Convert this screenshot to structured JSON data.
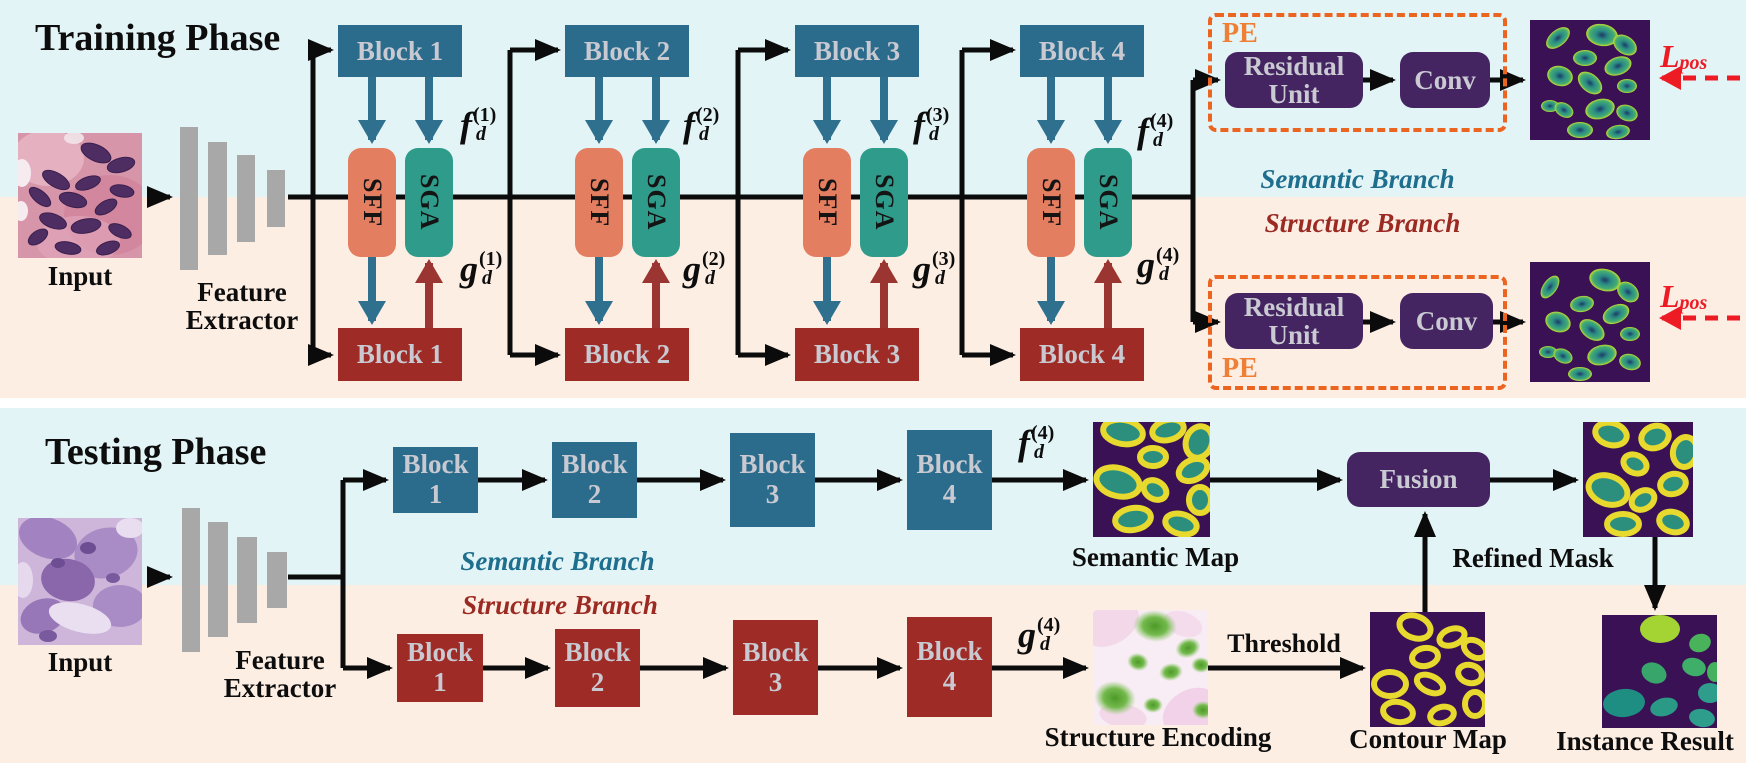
{
  "training": {
    "title": "Training Phase",
    "input_label": "Input",
    "feature_extractor_label": "Feature Extractor",
    "semantic_branch_label": "Semantic Branch",
    "structure_branch_label": "Structure Branch",
    "units": [
      {
        "top_block": "Block 1",
        "bottom_block": "Block 1",
        "sff": "SFF",
        "sga": "SGA",
        "f": {
          "base": "f",
          "sub": "d",
          "sup": "(1)"
        },
        "g": {
          "base": "g",
          "sub": "d",
          "sup": "(1)"
        }
      },
      {
        "top_block": "Block 2",
        "bottom_block": "Block 2",
        "sff": "SFF",
        "sga": "SGA",
        "f": {
          "base": "f",
          "sub": "d",
          "sup": "(2)"
        },
        "g": {
          "base": "g",
          "sub": "d",
          "sup": "(2)"
        }
      },
      {
        "top_block": "Block 3",
        "bottom_block": "Block 3",
        "sff": "SFF",
        "sga": "SGA",
        "f": {
          "base": "f",
          "sub": "d",
          "sup": "(3)"
        },
        "g": {
          "base": "g",
          "sub": "d",
          "sup": "(3)"
        }
      },
      {
        "top_block": "Block 4",
        "bottom_block": "Block 4",
        "sff": "SFF",
        "sga": "SGA",
        "f": {
          "base": "f",
          "sub": "d",
          "sup": "(4)"
        },
        "g": {
          "base": "g",
          "sub": "d",
          "sup": "(4)"
        }
      }
    ],
    "pe_top": {
      "label": "PE",
      "residual_unit": "Residual Unit",
      "conv": "Conv",
      "loss": {
        "base": "L",
        "sub": "pos"
      }
    },
    "pe_bottom": {
      "label": "PE",
      "residual_unit": "Residual Unit",
      "conv": "Conv",
      "loss": {
        "base": "L",
        "sub": "pos"
      }
    }
  },
  "testing": {
    "title": "Testing Phase",
    "input_label": "Input",
    "feature_extractor_label": "Feature Extractor",
    "semantic_branch_label": "Semantic Branch",
    "structure_branch_label": "Structure Branch",
    "semantic_blocks": [
      {
        "line1": "Block",
        "line2": "1"
      },
      {
        "line1": "Block",
        "line2": "2"
      },
      {
        "line1": "Block",
        "line2": "3"
      },
      {
        "line1": "Block",
        "line2": "4"
      }
    ],
    "structure_blocks": [
      {
        "line1": "Block",
        "line2": "1"
      },
      {
        "line1": "Block",
        "line2": "2"
      },
      {
        "line1": "Block",
        "line2": "3"
      },
      {
        "line1": "Block",
        "line2": "4"
      }
    ],
    "f4": {
      "base": "f",
      "sub": "d",
      "sup": "(4)"
    },
    "g4": {
      "base": "g",
      "sub": "d",
      "sup": "(4)"
    },
    "semantic_map_label": "Semantic Map",
    "structure_encoding_label": "Structure Encoding",
    "threshold_label": "Threshold",
    "fusion_label": "Fusion",
    "refined_mask_label": "Refined Mask",
    "contour_map_label": "Contour Map",
    "instance_result_label": "Instance Result"
  },
  "colors": {
    "semantic_bg": "#e3f4f7",
    "structure_bg": "#fdeee4",
    "semantic_block": "#2b6c8d",
    "structure_block": "#9e2b26",
    "sff": "#e37e60",
    "sga": "#2f9c8b",
    "purple_box": "#452462",
    "pe_border": "#eb6420",
    "pe_text": "#ef7f35",
    "loss_red": "#ec1b24",
    "semantic_text": "#1e6e8e",
    "structure_text": "#9b2a22",
    "arrow_blue": "#30708f",
    "arrow_dred": "#9b3531"
  }
}
